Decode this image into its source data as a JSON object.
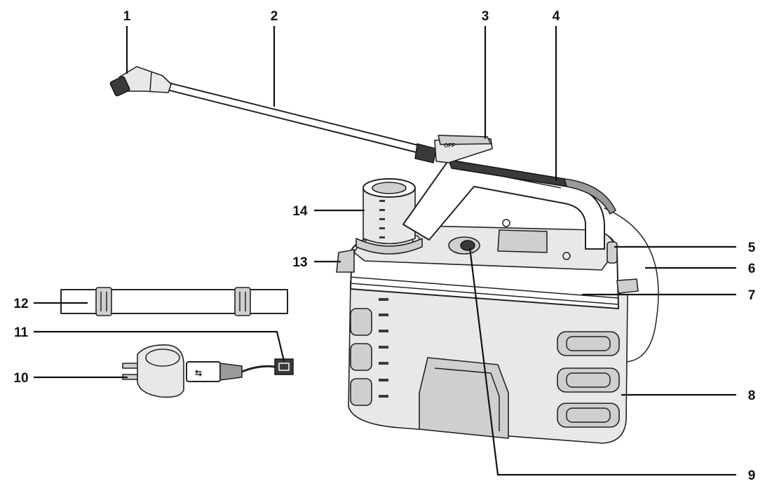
{
  "callouts": [
    {
      "id": "1",
      "text": "1"
    },
    {
      "id": "2",
      "text": "2"
    },
    {
      "id": "3",
      "text": "3"
    },
    {
      "id": "4",
      "text": "4"
    },
    {
      "id": "5",
      "text": "5"
    },
    {
      "id": "6",
      "text": "6"
    },
    {
      "id": "7",
      "text": "7"
    },
    {
      "id": "8",
      "text": "8"
    },
    {
      "id": "9",
      "text": "9"
    },
    {
      "id": "10",
      "text": "10"
    },
    {
      "id": "11",
      "text": "11"
    },
    {
      "id": "12",
      "text": "12"
    },
    {
      "id": "13",
      "text": "13"
    },
    {
      "id": "14",
      "text": "14"
    }
  ],
  "colors": {
    "line": "#111111",
    "body_fill": "#e8e8e8",
    "mid_fill": "#cfcfcf",
    "dark_fill": "#3a3a3a"
  },
  "parts": [
    "nozzle",
    "wand",
    "trigger",
    "wand-holder",
    "switch",
    "hose",
    "tank",
    "base",
    "pump-cap",
    "charger-plug",
    "usb-cable",
    "shoulder-strap",
    "strap-clip",
    "filler-cap"
  ]
}
